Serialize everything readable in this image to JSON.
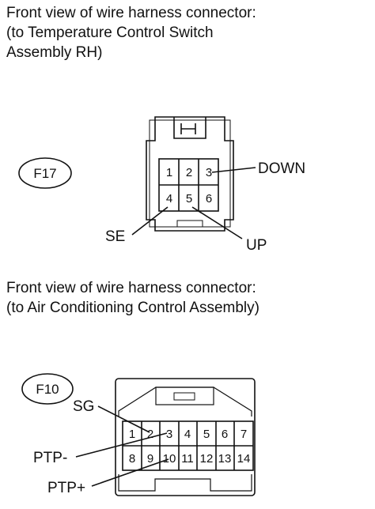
{
  "sections": [
    {
      "caption_lines": [
        "Front view of wire harness connector:",
        "(to Temperature Control Switch",
        "Assembly RH)"
      ],
      "connector_id": "F17",
      "pins": [
        "1",
        "2",
        "3",
        "4",
        "5",
        "6"
      ],
      "labels": {
        "down": "DOWN",
        "se": "SE",
        "up": "UP"
      }
    },
    {
      "caption_lines": [
        "Front view of wire harness connector:",
        "(to Air Conditioning Control Assembly)"
      ],
      "connector_id": "F10",
      "pins": [
        "1",
        "2",
        "3",
        "4",
        "5",
        "6",
        "7",
        "8",
        "9",
        "10",
        "11",
        "12",
        "13",
        "14"
      ],
      "labels": {
        "sg": "SG",
        "ptp_minus": "PTP-",
        "ptp_plus": "PTP+"
      }
    }
  ]
}
